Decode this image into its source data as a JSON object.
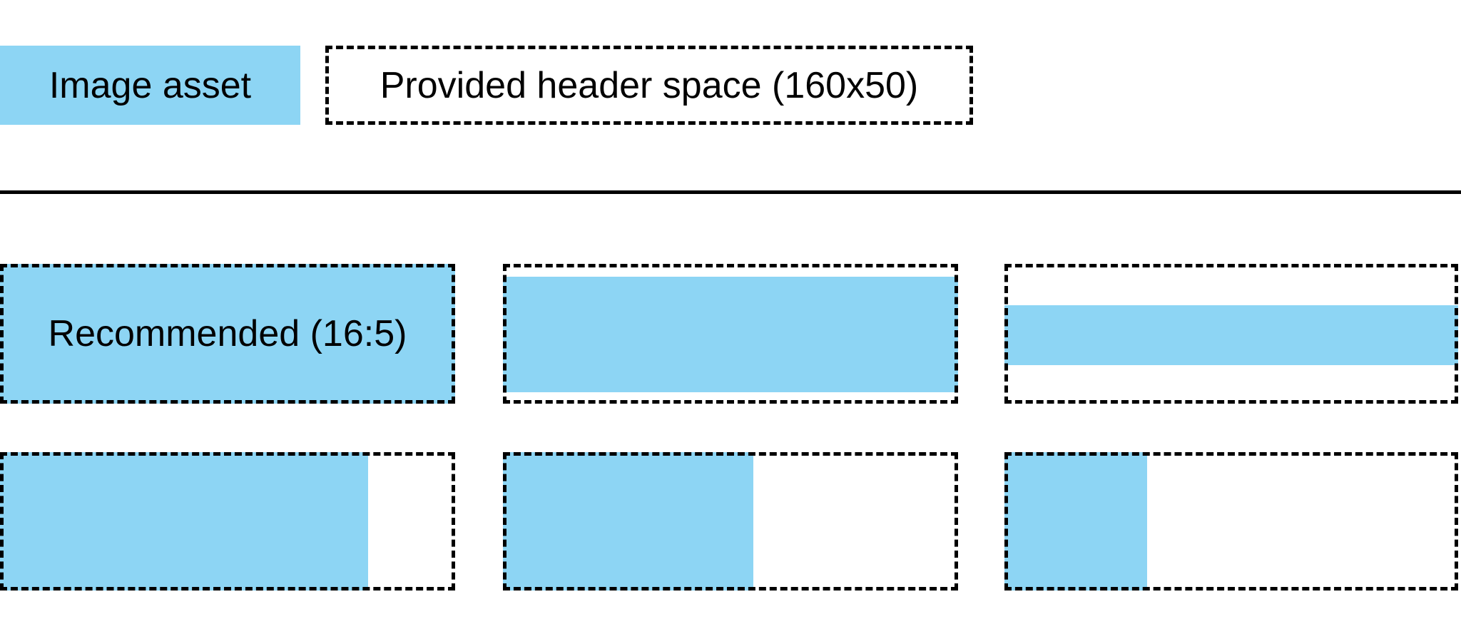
{
  "legend": {
    "swatch_label": "Image asset",
    "header_space_label": "Provided header space (160x50)"
  },
  "colors": {
    "asset_blue": "#8DD5F4",
    "line_black": "#000000",
    "background": "#FFFFFF"
  },
  "diagram": {
    "header_space_size": "160x50",
    "recommended_ratio": "16:5",
    "rows": [
      {
        "cells": [
          {
            "name": "recommended-16-5-full-fill",
            "label": "Recommended (16:5)",
            "fill": {
              "top": 0,
              "right": 0,
              "bottom": 0,
              "left": 0
            }
          },
          {
            "name": "wide-asset-full-width-centered",
            "fill": {
              "top": 9.2,
              "right": 0,
              "bottom": 8.2,
              "left": 0
            }
          },
          {
            "name": "extra-wide-asset-full-width-centered",
            "fill": {
              "top": 29.6,
              "right": 0,
              "bottom": 27.6,
              "left": 0
            }
          }
        ]
      },
      {
        "cells": [
          {
            "name": "tall-asset-full-height-left",
            "fill": {
              "top": 0,
              "right": 19.1,
              "bottom": 0,
              "left": 0
            }
          },
          {
            "name": "taller-asset-full-height-left",
            "fill": {
              "top": 0,
              "right": 45.0,
              "bottom": 0,
              "left": 0
            }
          },
          {
            "name": "square-asset-full-height-left",
            "fill": {
              "top": 0,
              "right": 68.6,
              "bottom": 0,
              "left": 0
            }
          }
        ]
      }
    ]
  }
}
